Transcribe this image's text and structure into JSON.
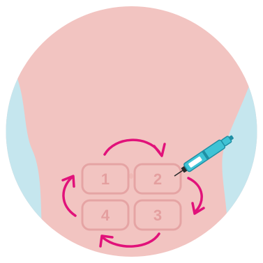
{
  "zones": [
    {
      "id": "1",
      "label": "1"
    },
    {
      "id": "2",
      "label": "2"
    },
    {
      "id": "3",
      "label": "3"
    },
    {
      "id": "4",
      "label": "4"
    }
  ],
  "rotation_direction": "clockwise",
  "colors": {
    "background": "#ffffff",
    "skin": "#f2c4c1",
    "skin_shadow": "#efb9b6",
    "side_background": "#c5e6ee",
    "zone_stroke": "#e5a4a4",
    "zone_label": "#e49f9f",
    "arrow": "#e1127a",
    "pen_body": "#3fc3d5",
    "pen_dark": "#1f8fa4",
    "pen_cap": "#2a2a2a"
  },
  "icons": {
    "arrows": "curved-arrow-icon",
    "pen": "injection-pen-icon"
  }
}
